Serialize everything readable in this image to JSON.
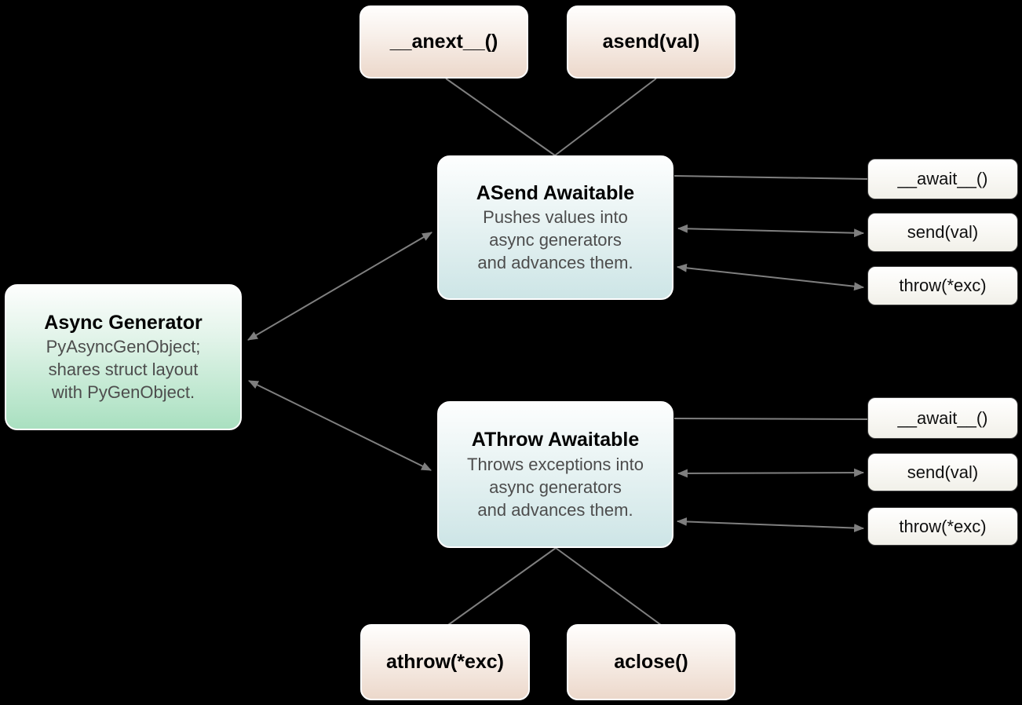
{
  "diagram": {
    "title": "Async generator awaitables diagram",
    "colors": {
      "background": "#000000",
      "connector": "#7f7f7f",
      "tan_fill_bottom": "#ecd8cb",
      "green_fill_bottom": "#a9e0c0",
      "teal_fill_bottom": "#cde5e6",
      "small_box_fill_bottom": "#f1f0e9",
      "title_text": "#000000",
      "description_text": "#4d4d4d"
    },
    "nodes": {
      "anext": {
        "label": "__anext__()"
      },
      "asend": {
        "label": "asend(val)"
      },
      "asend_awaitable": {
        "title": "ASend Awaitable",
        "description": "Pushes values into\nasync generators\nand advances them."
      },
      "athrow_awaitable": {
        "title": "AThrow Awaitable",
        "description": "Throws exceptions into\nasync generators\nand advances them."
      },
      "async_generator": {
        "title": "Async Generator",
        "description": "PyAsyncGenObject;\nshares struct layout\nwith PyGenObject."
      },
      "await_a": {
        "label": "__await__()"
      },
      "send_a": {
        "label": "send(val)"
      },
      "throw_a": {
        "label": "throw(*exc)"
      },
      "await_b": {
        "label": "__await__()"
      },
      "send_b": {
        "label": "send(val)"
      },
      "throw_b": {
        "label": "throw(*exc)"
      },
      "athrow_method": {
        "label": "athrow(*exc)"
      },
      "aclose": {
        "label": "aclose()"
      }
    },
    "edges": [
      {
        "from": "anext",
        "to": "asend_awaitable",
        "arrows": "none"
      },
      {
        "from": "asend",
        "to": "asend_awaitable",
        "arrows": "none"
      },
      {
        "from": "async_generator",
        "to": "asend_awaitable",
        "arrows": "both"
      },
      {
        "from": "async_generator",
        "to": "athrow_awaitable",
        "arrows": "both"
      },
      {
        "from": "asend_awaitable",
        "to": "await_a",
        "arrows": "none"
      },
      {
        "from": "asend_awaitable",
        "to": "send_a",
        "arrows": "both"
      },
      {
        "from": "asend_awaitable",
        "to": "throw_a",
        "arrows": "both"
      },
      {
        "from": "athrow_awaitable",
        "to": "await_b",
        "arrows": "none"
      },
      {
        "from": "athrow_awaitable",
        "to": "send_b",
        "arrows": "both"
      },
      {
        "from": "athrow_awaitable",
        "to": "throw_b",
        "arrows": "both"
      },
      {
        "from": "athrow_awaitable",
        "to": "athrow_method",
        "arrows": "none"
      },
      {
        "from": "athrow_awaitable",
        "to": "aclose",
        "arrows": "none"
      }
    ]
  }
}
